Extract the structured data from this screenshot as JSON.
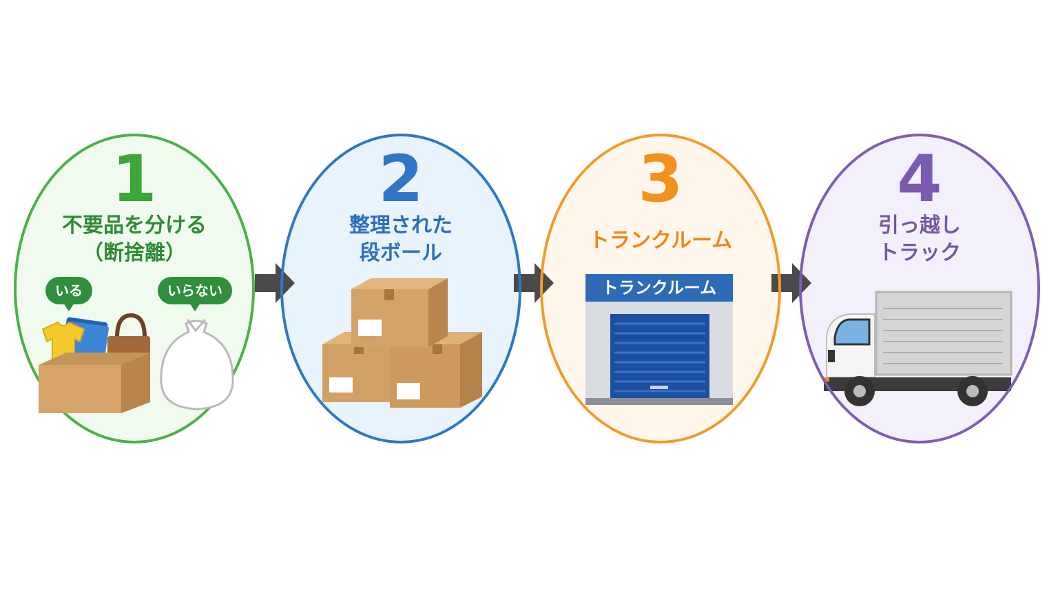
{
  "steps": [
    {
      "number": "1",
      "title": "不要品を分ける\n（断捨離）",
      "bubble_keep": "いる",
      "bubble_discard": "いらない"
    },
    {
      "number": "2",
      "title": "整理された\n段ボール"
    },
    {
      "number": "3",
      "title": "トランクルーム",
      "sign": "トランクルーム"
    },
    {
      "number": "4",
      "title": "引っ越し\nトラック"
    }
  ],
  "colors": {
    "step1": "#4cb04a",
    "step2": "#2f77c6",
    "step3": "#f39a2b",
    "step4": "#7f5db3",
    "arrow": "#4a4a4a"
  },
  "icons": [
    "shirt-icon",
    "book-icon",
    "bag-icon",
    "box-icon",
    "trash-bag-icon",
    "cardboard-boxes-icon",
    "storage-unit-icon",
    "truck-icon",
    "arrow-right-icon"
  ]
}
